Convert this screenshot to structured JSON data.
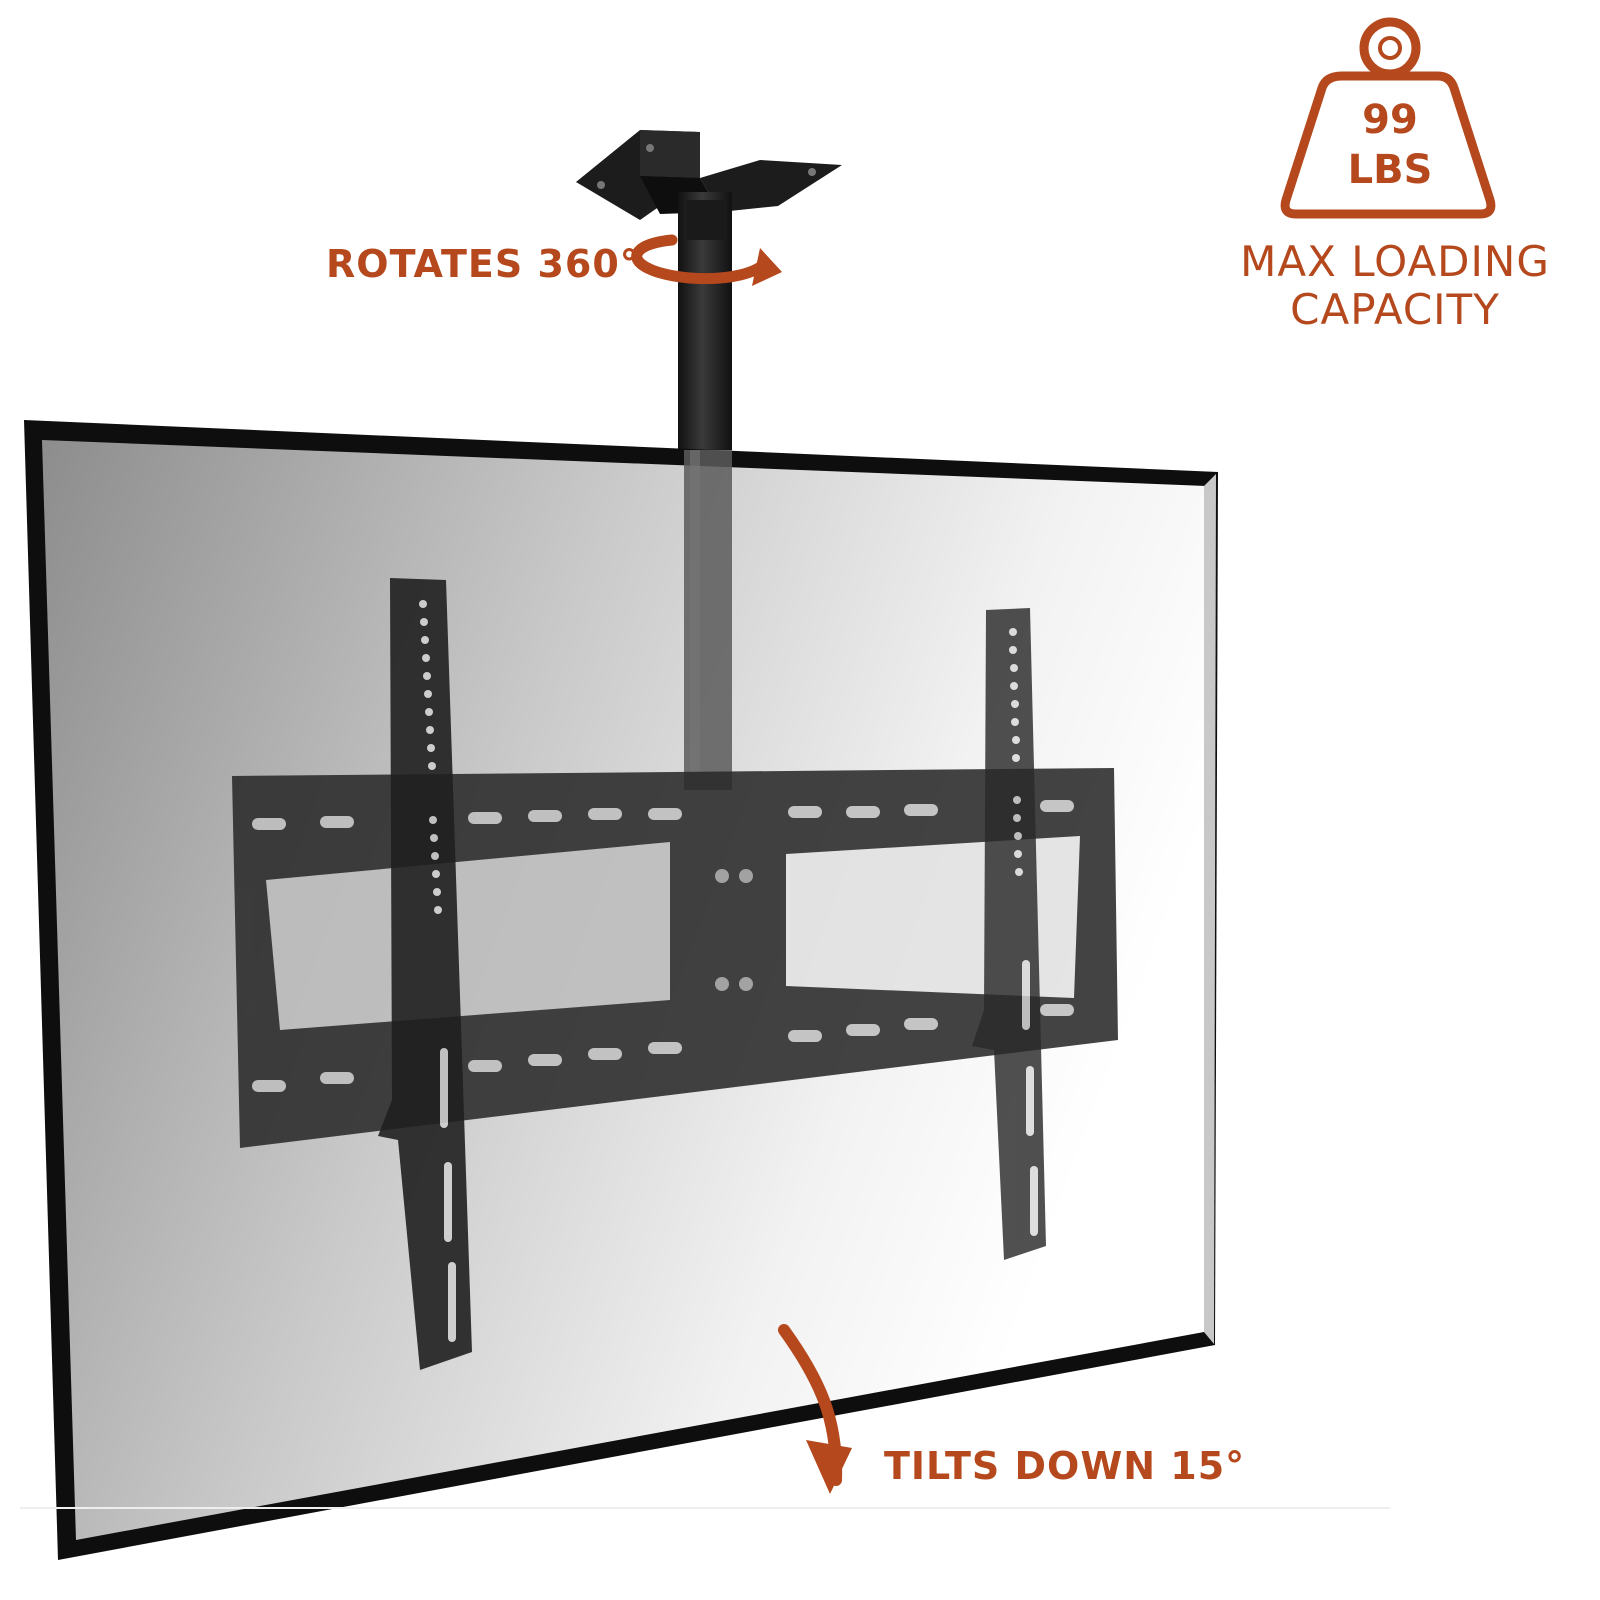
{
  "badge": {
    "weight_value": "99",
    "weight_unit": "LBS",
    "caption_line1": "MAX LOADING",
    "caption_line2": "CAPACITY"
  },
  "callouts": {
    "rotate": "ROTATES 360°",
    "tilt": "TILTS DOWN 15°"
  },
  "colors": {
    "accent": "#b5481c",
    "metal": "#2b2b2b",
    "screen_dark": "#8f8f8f",
    "screen_light": "#ffffff",
    "bezel": "#111111"
  },
  "icons": {
    "weight": "weight-icon",
    "rotate": "rotate-arrow-icon",
    "tilt": "tilt-arrow-icon"
  }
}
